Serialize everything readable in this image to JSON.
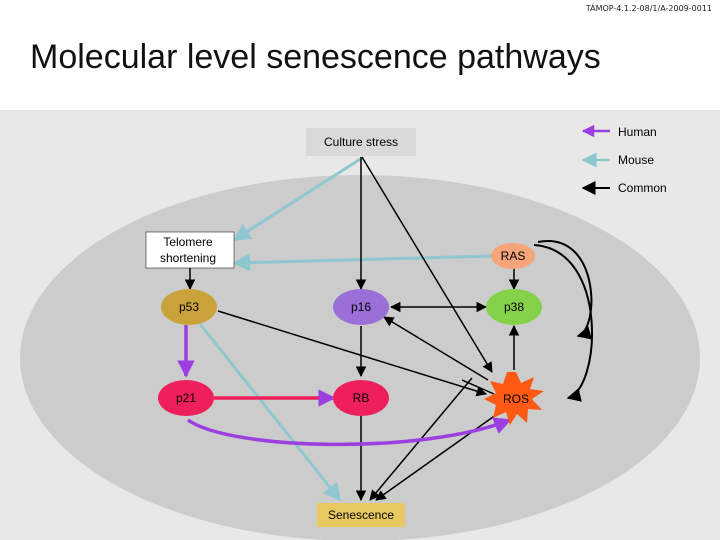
{
  "header": {
    "project_code": "TÁMOP-4.1.2-08/1/A-2009-0011",
    "title": "Molecular level senescence pathways"
  },
  "legend": {
    "human": "Human",
    "mouse": "Mouse",
    "common": "Common"
  },
  "colors": {
    "human": "#9b3fe0",
    "mouse": "#8fc7d1",
    "common": "#000000",
    "p53_fill": "#c9a23a",
    "p16_fill": "#9b6fd8",
    "p38_fill": "#86d14a",
    "p21_fill": "#ee1f5a",
    "rb_fill": "#ee1f5a",
    "ras_fill": "#f6a47a",
    "ros_fill": "#ff5a14",
    "senescence_fill": "#e7c95f",
    "stress_fill": "#d9d9d9"
  },
  "nodes": {
    "culture_stress": "Culture stress",
    "telomere_line1": "Telomere",
    "telomere_line2": "shortening",
    "ras": "RAS",
    "p53": "p53",
    "p16": "p16",
    "p38": "p38",
    "p21": "p21",
    "rb": "RB",
    "ros": "ROS",
    "senescence": "Senescence"
  }
}
